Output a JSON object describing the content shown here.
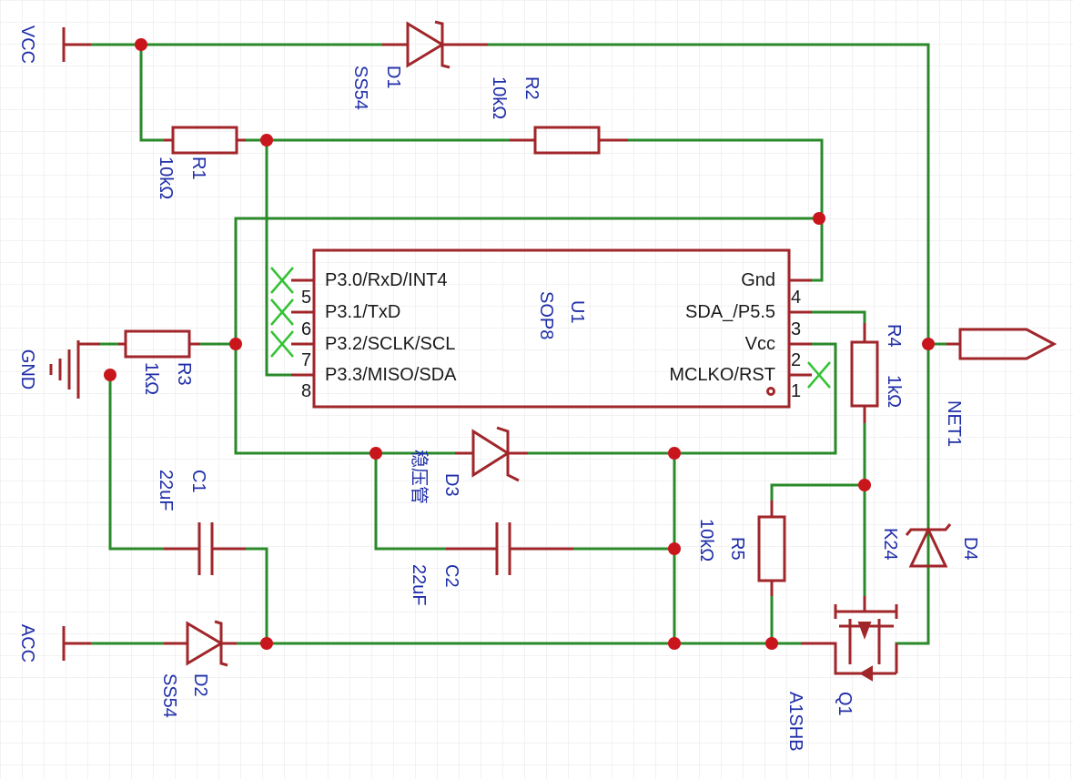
{
  "colors": {
    "wire": "#2a8a2a",
    "part": "#a0262a",
    "junction": "#c8161c",
    "label": "#1f2ea8",
    "grid": "#e6e6e6",
    "noconnect": "#33c233"
  },
  "ports": {
    "vcc": "VCC",
    "gnd": "GND",
    "acc": "ACC",
    "net1": "NET1"
  },
  "d1": {
    "ref": "D1",
    "value": "SS54"
  },
  "d2": {
    "ref": "D2",
    "value": "SS54"
  },
  "d3": {
    "ref": "D3",
    "value": "稳压管"
  },
  "d4": {
    "ref": "D4",
    "value": "K24"
  },
  "r1": {
    "ref": "R1",
    "value": "10kΩ"
  },
  "r2": {
    "ref": "R2",
    "value": "10kΩ"
  },
  "r3": {
    "ref": "R3",
    "value": "1kΩ"
  },
  "r4": {
    "ref": "R4",
    "value": "1kΩ"
  },
  "r5": {
    "ref": "R5",
    "value": "10kΩ"
  },
  "c1": {
    "ref": "C1",
    "value": "22uF"
  },
  "c2": {
    "ref": "C2",
    "value": "22uF"
  },
  "q1": {
    "ref": "Q1",
    "value": "A1SHB"
  },
  "u1": {
    "ref": "U1",
    "value": "SOP8",
    "left_pins": [
      {
        "num": "",
        "name": "P3.0/RxD/INT4"
      },
      {
        "num": "5",
        "name": "P3.1/TxD"
      },
      {
        "num": "6",
        "name": "P3.2/SCLK/SCL"
      },
      {
        "num": "7",
        "name": "P3.3/MISO/SDA"
      },
      {
        "num": "8",
        "name": ""
      }
    ],
    "right_pins": [
      {
        "num": "",
        "name": "Gnd"
      },
      {
        "num": "4",
        "name": "SDA_/P5.5"
      },
      {
        "num": "3",
        "name": "Vcc"
      },
      {
        "num": "2",
        "name": "MCLKO/RST"
      },
      {
        "num": "1",
        "name": ""
      }
    ]
  }
}
